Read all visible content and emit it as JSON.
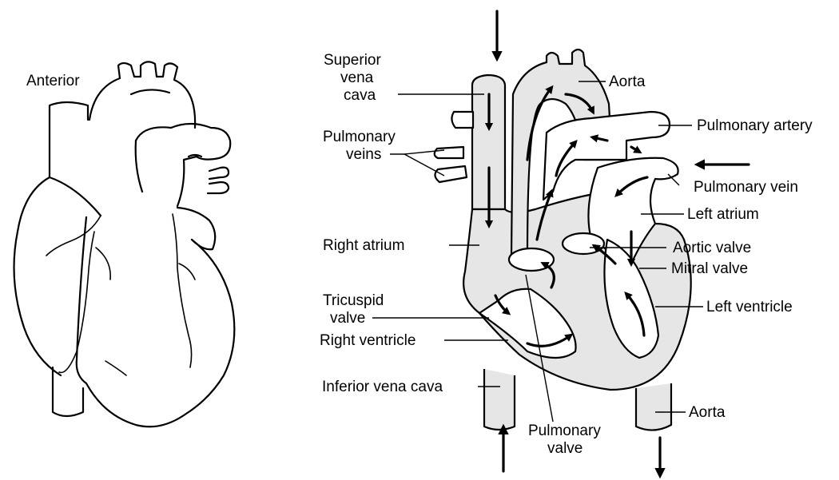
{
  "anterior_view": {
    "label": "Anterior"
  },
  "section_view": {
    "labels": {
      "superior_vena_cava": [
        "Superior",
        "vena",
        "cava"
      ],
      "pulmonary_veins": [
        "Pulmonary",
        "veins"
      ],
      "right_atrium": "Right atrium",
      "tricuspid_valve": [
        "Tricuspid",
        "valve"
      ],
      "right_ventricle": "Right ventricle",
      "inferior_vena_cava": "Inferior vena cava",
      "pulmonary_valve": [
        "Pulmonary",
        "valve"
      ],
      "aorta_top": "Aorta",
      "pulmonary_artery": "Pulmonary artery",
      "pulmonary_vein": "Pulmonary vein",
      "left_atrium": "Left atrium",
      "aortic_valve": "Aortic valve",
      "mitral_valve": "Mitral valve",
      "left_ventricle": "Left ventricle",
      "aorta_bottom": "Aorta"
    }
  }
}
